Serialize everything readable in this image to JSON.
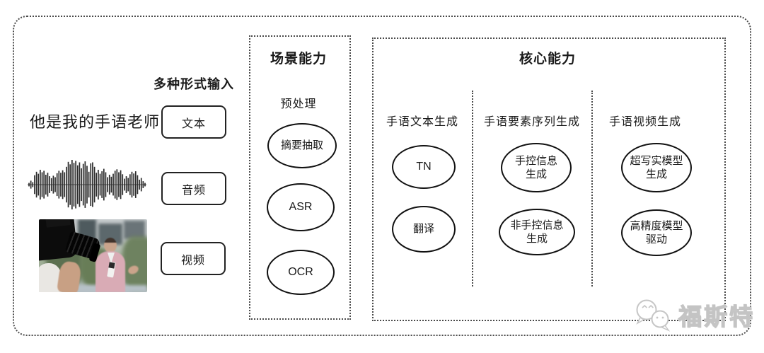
{
  "input_section": {
    "title": "多种形式输入",
    "text_sample": "他是我的手语老师",
    "text_label": "文本",
    "audio_label": "音频",
    "video_label": "视频"
  },
  "scene_box": {
    "title": "场景能力",
    "subtitle": "预处理",
    "nodes": [
      "摘要抽取",
      "ASR",
      "OCR"
    ]
  },
  "core_box": {
    "title": "核心能力",
    "columns": [
      {
        "header": "手语文本生成",
        "nodes": [
          "TN",
          "翻译"
        ]
      },
      {
        "header": "手语要素序列生成",
        "nodes": [
          "手控信息\n生成",
          "非手控信息\n生成"
        ]
      },
      {
        "header": "手语视频生成",
        "nodes": [
          "超写实模型\n生成",
          "高精度模型\n驱动"
        ]
      }
    ]
  },
  "watermark": {
    "text": "福斯特",
    "icon": "chat-mascot-logo"
  },
  "colors": {
    "ink": "#1a1a1a",
    "dotted_border": "#4a4a4a",
    "watermark_gray": "#c4c4c4"
  },
  "waveform_bars": [
    0.07,
    0.16,
    0.1,
    0.38,
    0.52,
    0.44,
    0.6,
    0.5,
    0.56,
    0.4,
    0.48,
    0.34,
    0.26,
    0.36,
    0.3,
    0.46,
    0.56,
    0.48,
    0.58,
    0.5,
    0.72,
    0.92,
    0.82,
    1.0,
    0.88,
    0.96,
    0.78,
    0.9,
    0.66,
    0.84,
    0.94,
    0.76,
    0.52,
    0.86,
    0.9,
    0.72,
    0.48,
    0.6,
    0.44,
    0.54,
    0.64,
    0.5,
    0.3,
    0.4,
    0.32,
    0.44,
    0.56,
    0.62,
    0.5,
    0.58,
    0.42,
    0.24,
    0.34,
    0.27,
    0.42,
    0.52,
    0.45,
    0.54,
    0.38,
    0.2,
    0.27,
    0.14,
    0.07
  ]
}
